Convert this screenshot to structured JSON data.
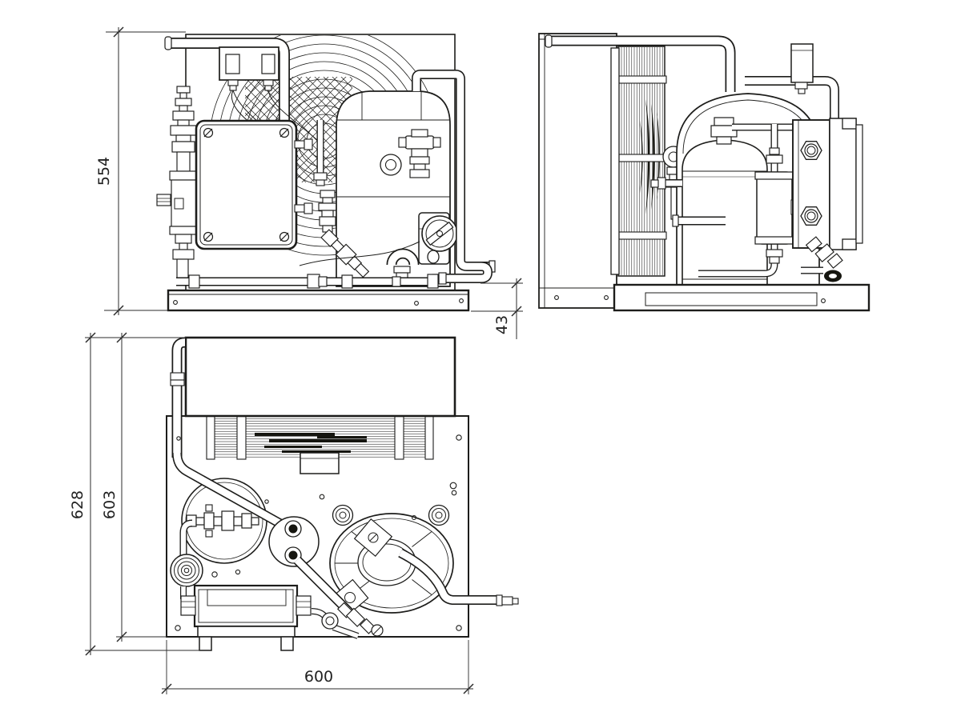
{
  "drawing": {
    "type": "technical-dimension-drawing",
    "subject": "condensing-unit-three-views",
    "line_color": "#1d1d1b",
    "background": "#ffffff",
    "dimensions": {
      "front_height": "554",
      "front_connection_height": "43",
      "plan_overall_depth": "628",
      "plan_base_depth": "603",
      "plan_base_width": "600"
    }
  }
}
